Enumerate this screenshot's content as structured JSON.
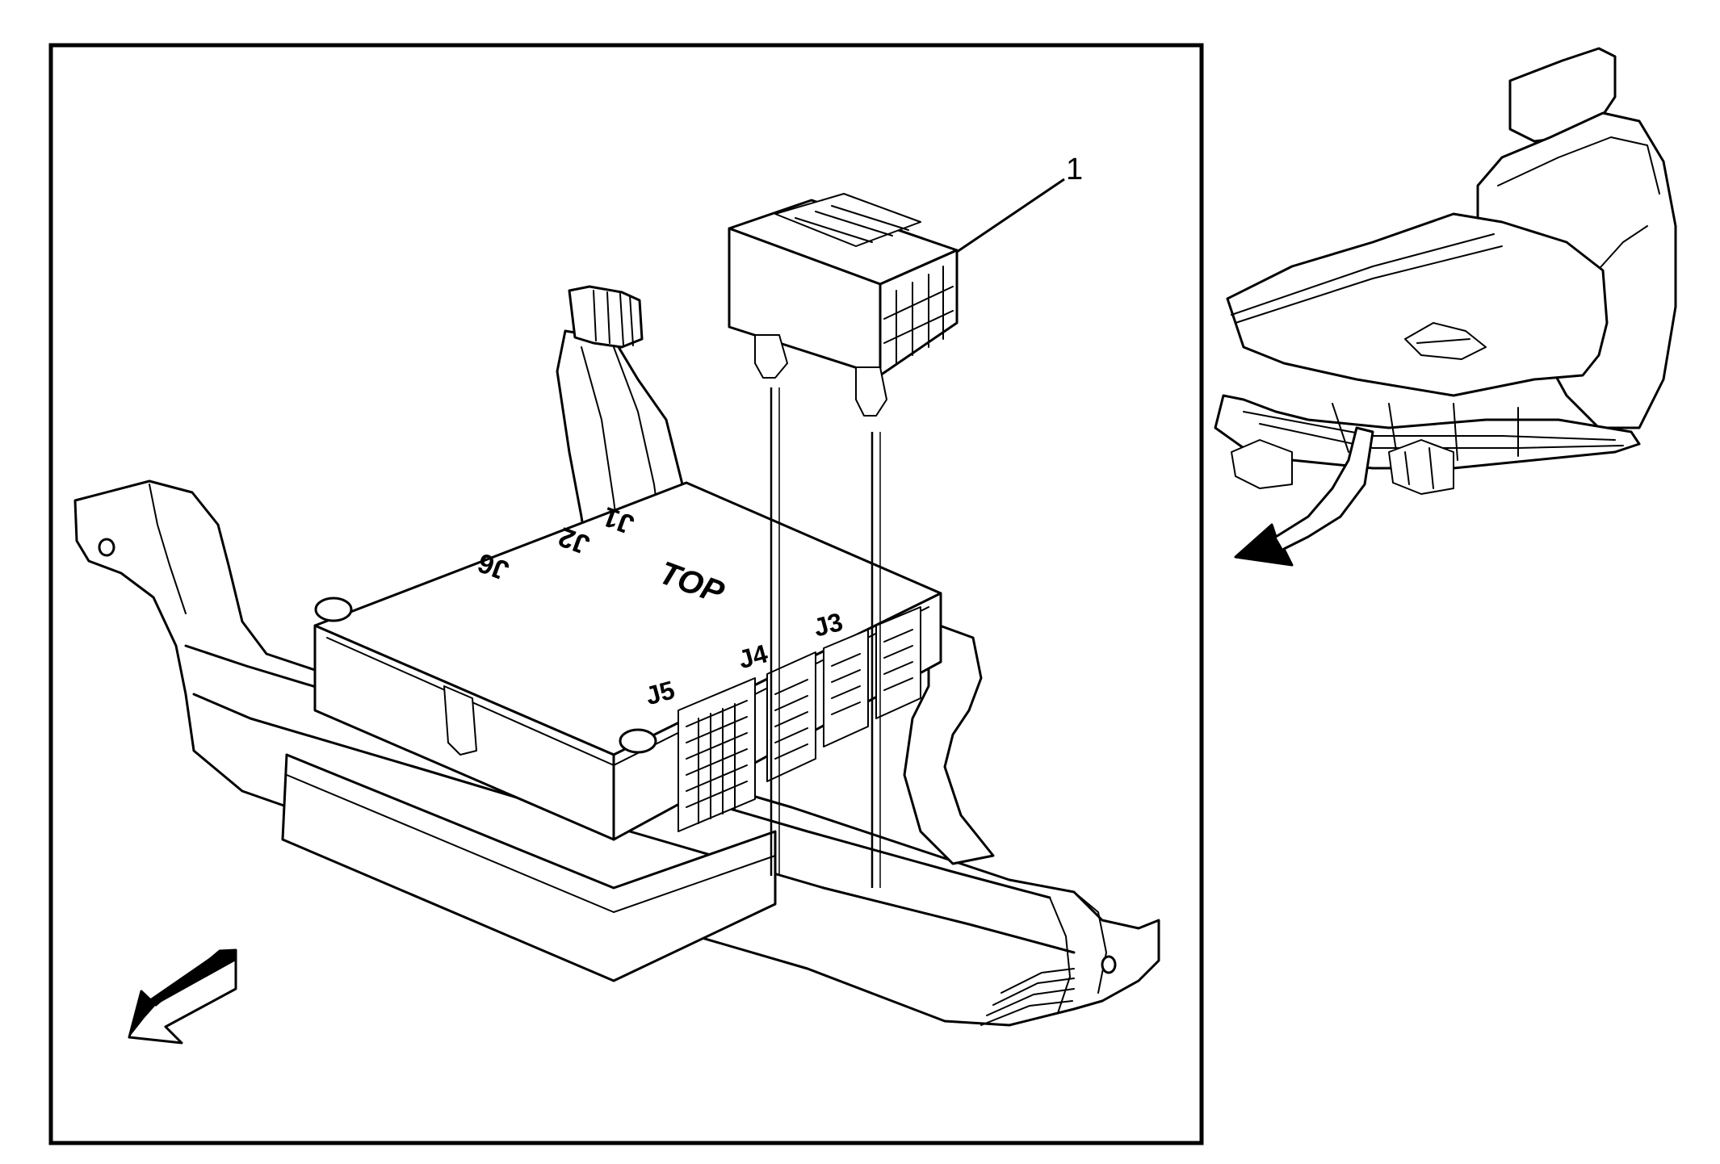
{
  "callouts": [
    {
      "id": "1",
      "text": "1"
    }
  ],
  "connector_labels": {
    "j1": "J1",
    "j2": "J2",
    "j3": "J3",
    "j4": "J4",
    "j5": "J5",
    "j6": "J6",
    "top": "TOP"
  },
  "colors": {
    "line": "#000000",
    "background": "#ffffff"
  }
}
